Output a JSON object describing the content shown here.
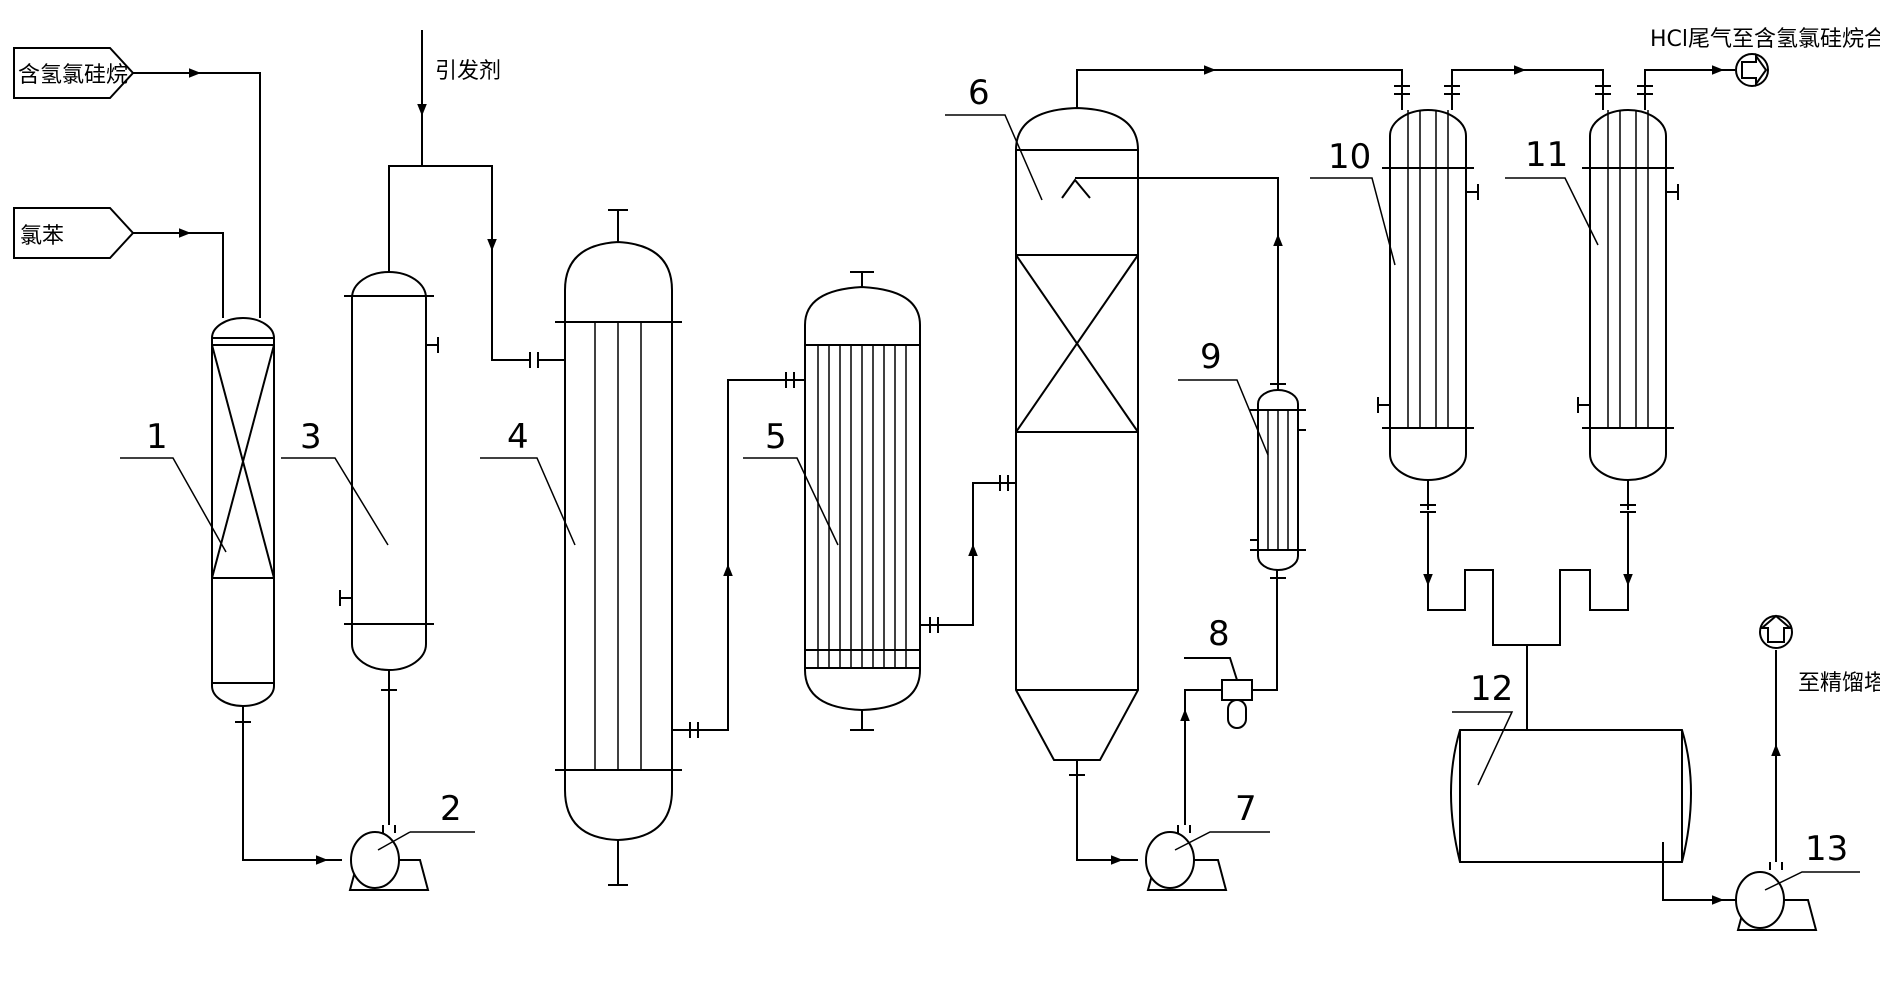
{
  "inputs": {
    "hydrochlorosilane": "含氢氯硅烷",
    "chlorobenzene": "氯苯",
    "initiator": "引发剂"
  },
  "outputs": {
    "hcl_offgas": "HCl尾气至含氢氯硅烷合成",
    "to_rectification": "至精馏塔"
  },
  "equipment_numbers": [
    "1",
    "2",
    "3",
    "4",
    "5",
    "6",
    "7",
    "8",
    "9",
    "10",
    "11",
    "12",
    "13"
  ]
}
